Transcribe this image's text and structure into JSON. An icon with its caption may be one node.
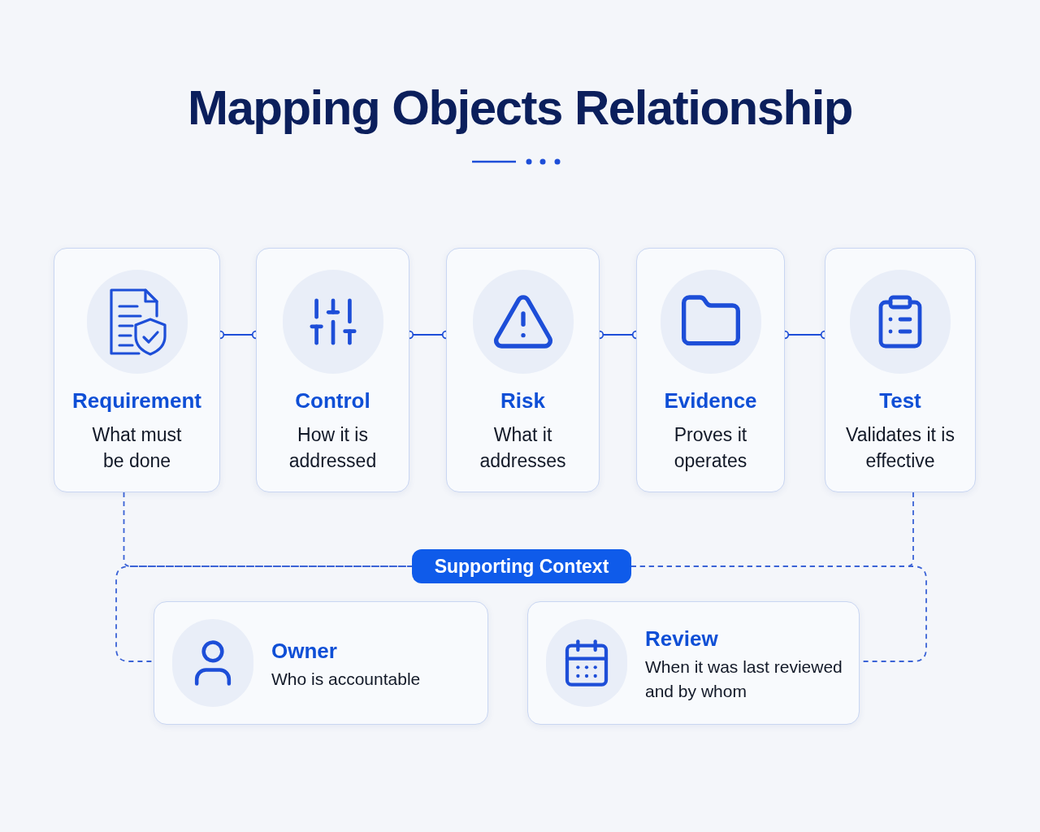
{
  "diagram": {
    "title": "Mapping Objects Relationship",
    "nodes": [
      {
        "text": [
          "Requirement",
          "What must be done"
        ]
      },
      {
        "text": [
          "Control",
          "How it is addressed"
        ]
      },
      {
        "text": [
          "Risk",
          "What it addresses"
        ]
      },
      {
        "text": [
          "Evidence",
          "Proves it operates"
        ]
      },
      {
        "text": [
          "Test",
          "Validates it is effective"
        ]
      },
      {
        "text": [
          "Supporting Context"
        ]
      },
      {
        "text": [
          "Owner",
          "Who is accountable"
        ]
      },
      {
        "text": [
          "Review",
          "When it was last reviewed and by whom"
        ]
      }
    ],
    "edges": [
      {
        "from": 0,
        "to": 1,
        "arrow": "other"
      },
      {
        "from": 1,
        "to": 2,
        "arrow": "other"
      },
      {
        "from": 2,
        "to": 3,
        "arrow": "other"
      },
      {
        "from": 3,
        "to": 4,
        "arrow": "other"
      },
      {
        "from": 0,
        "to": 5,
        "arrow": "none",
        "style": "dashed"
      },
      {
        "from": 5,
        "to": 6,
        "arrow": "none",
        "style": "dashed"
      },
      {
        "from": 4,
        "to": 5,
        "arrow": "none",
        "style": "dashed"
      },
      {
        "from": 5,
        "to": 7,
        "arrow": "none",
        "style": "dashed"
      }
    ]
  }
}
